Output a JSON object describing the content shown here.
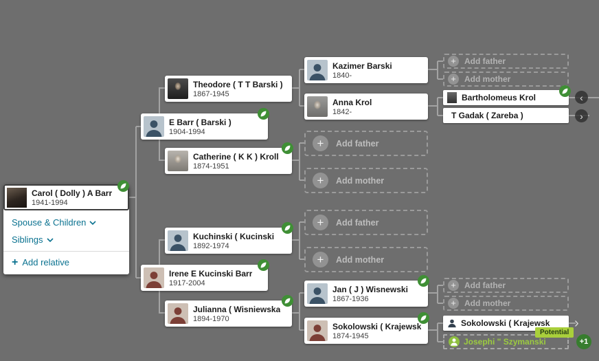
{
  "colors": {
    "background": "#6e6e6e",
    "hint_green": "#3f8f35",
    "potential_bg": "#a9cf3b",
    "link_teal": "#0b7290",
    "plus_one_bg": "#377d2e"
  },
  "icons": {
    "plus": "+",
    "nav_left": "‹",
    "nav_right": "›"
  },
  "tree": {
    "selected": {
      "name": "Carol ( Dolly ) A Barr",
      "dates": "1941-1994",
      "spouse_children_label": "Spouse & Children",
      "siblings_label": "Siblings",
      "add_relative_label": "Add relative"
    },
    "cards": {
      "e_barr": {
        "name": "E Barr ( Barski )",
        "dates": "1904-1994"
      },
      "irene": {
        "name": "Irene E Kucinski Barr",
        "dates": "1917-2004"
      },
      "theodore": {
        "name": "Theodore ( T T Barski )",
        "dates": "1867-1945"
      },
      "catherine": {
        "name": "Catherine ( K K ) Kroll",
        "dates": "1874-1951"
      },
      "kuchinski": {
        "name": "Kuchinski ( Kucinski",
        "dates": "1892-1974"
      },
      "julianna": {
        "name": "Julianna ( Wisniewska",
        "dates": "1894-1970"
      },
      "kazimer": {
        "name": "Kazimer Barski",
        "dates": "1840-"
      },
      "anna": {
        "name": "Anna Krol",
        "dates": "1842-"
      },
      "jan": {
        "name": "Jan ( J ) Wisnewski",
        "dates": "1867-1936"
      },
      "sokolowska": {
        "name": "Sokolowski ( Krajewsk",
        "dates": "1874-1945"
      },
      "bartholomeus": {
        "name": "Bartholomeus Krol"
      },
      "tgadak": {
        "name": "T Gadak ( Zareba )"
      },
      "sokolowski_sr": {
        "name": "Sokolowski ( Krajewsk"
      },
      "josephi": {
        "name": "Josephi \" Szymanski"
      }
    },
    "placeholders": {
      "add_father": "Add father",
      "add_mother": "Add mother"
    },
    "badges": {
      "potential": "Potential",
      "plus_one": "+1"
    }
  }
}
